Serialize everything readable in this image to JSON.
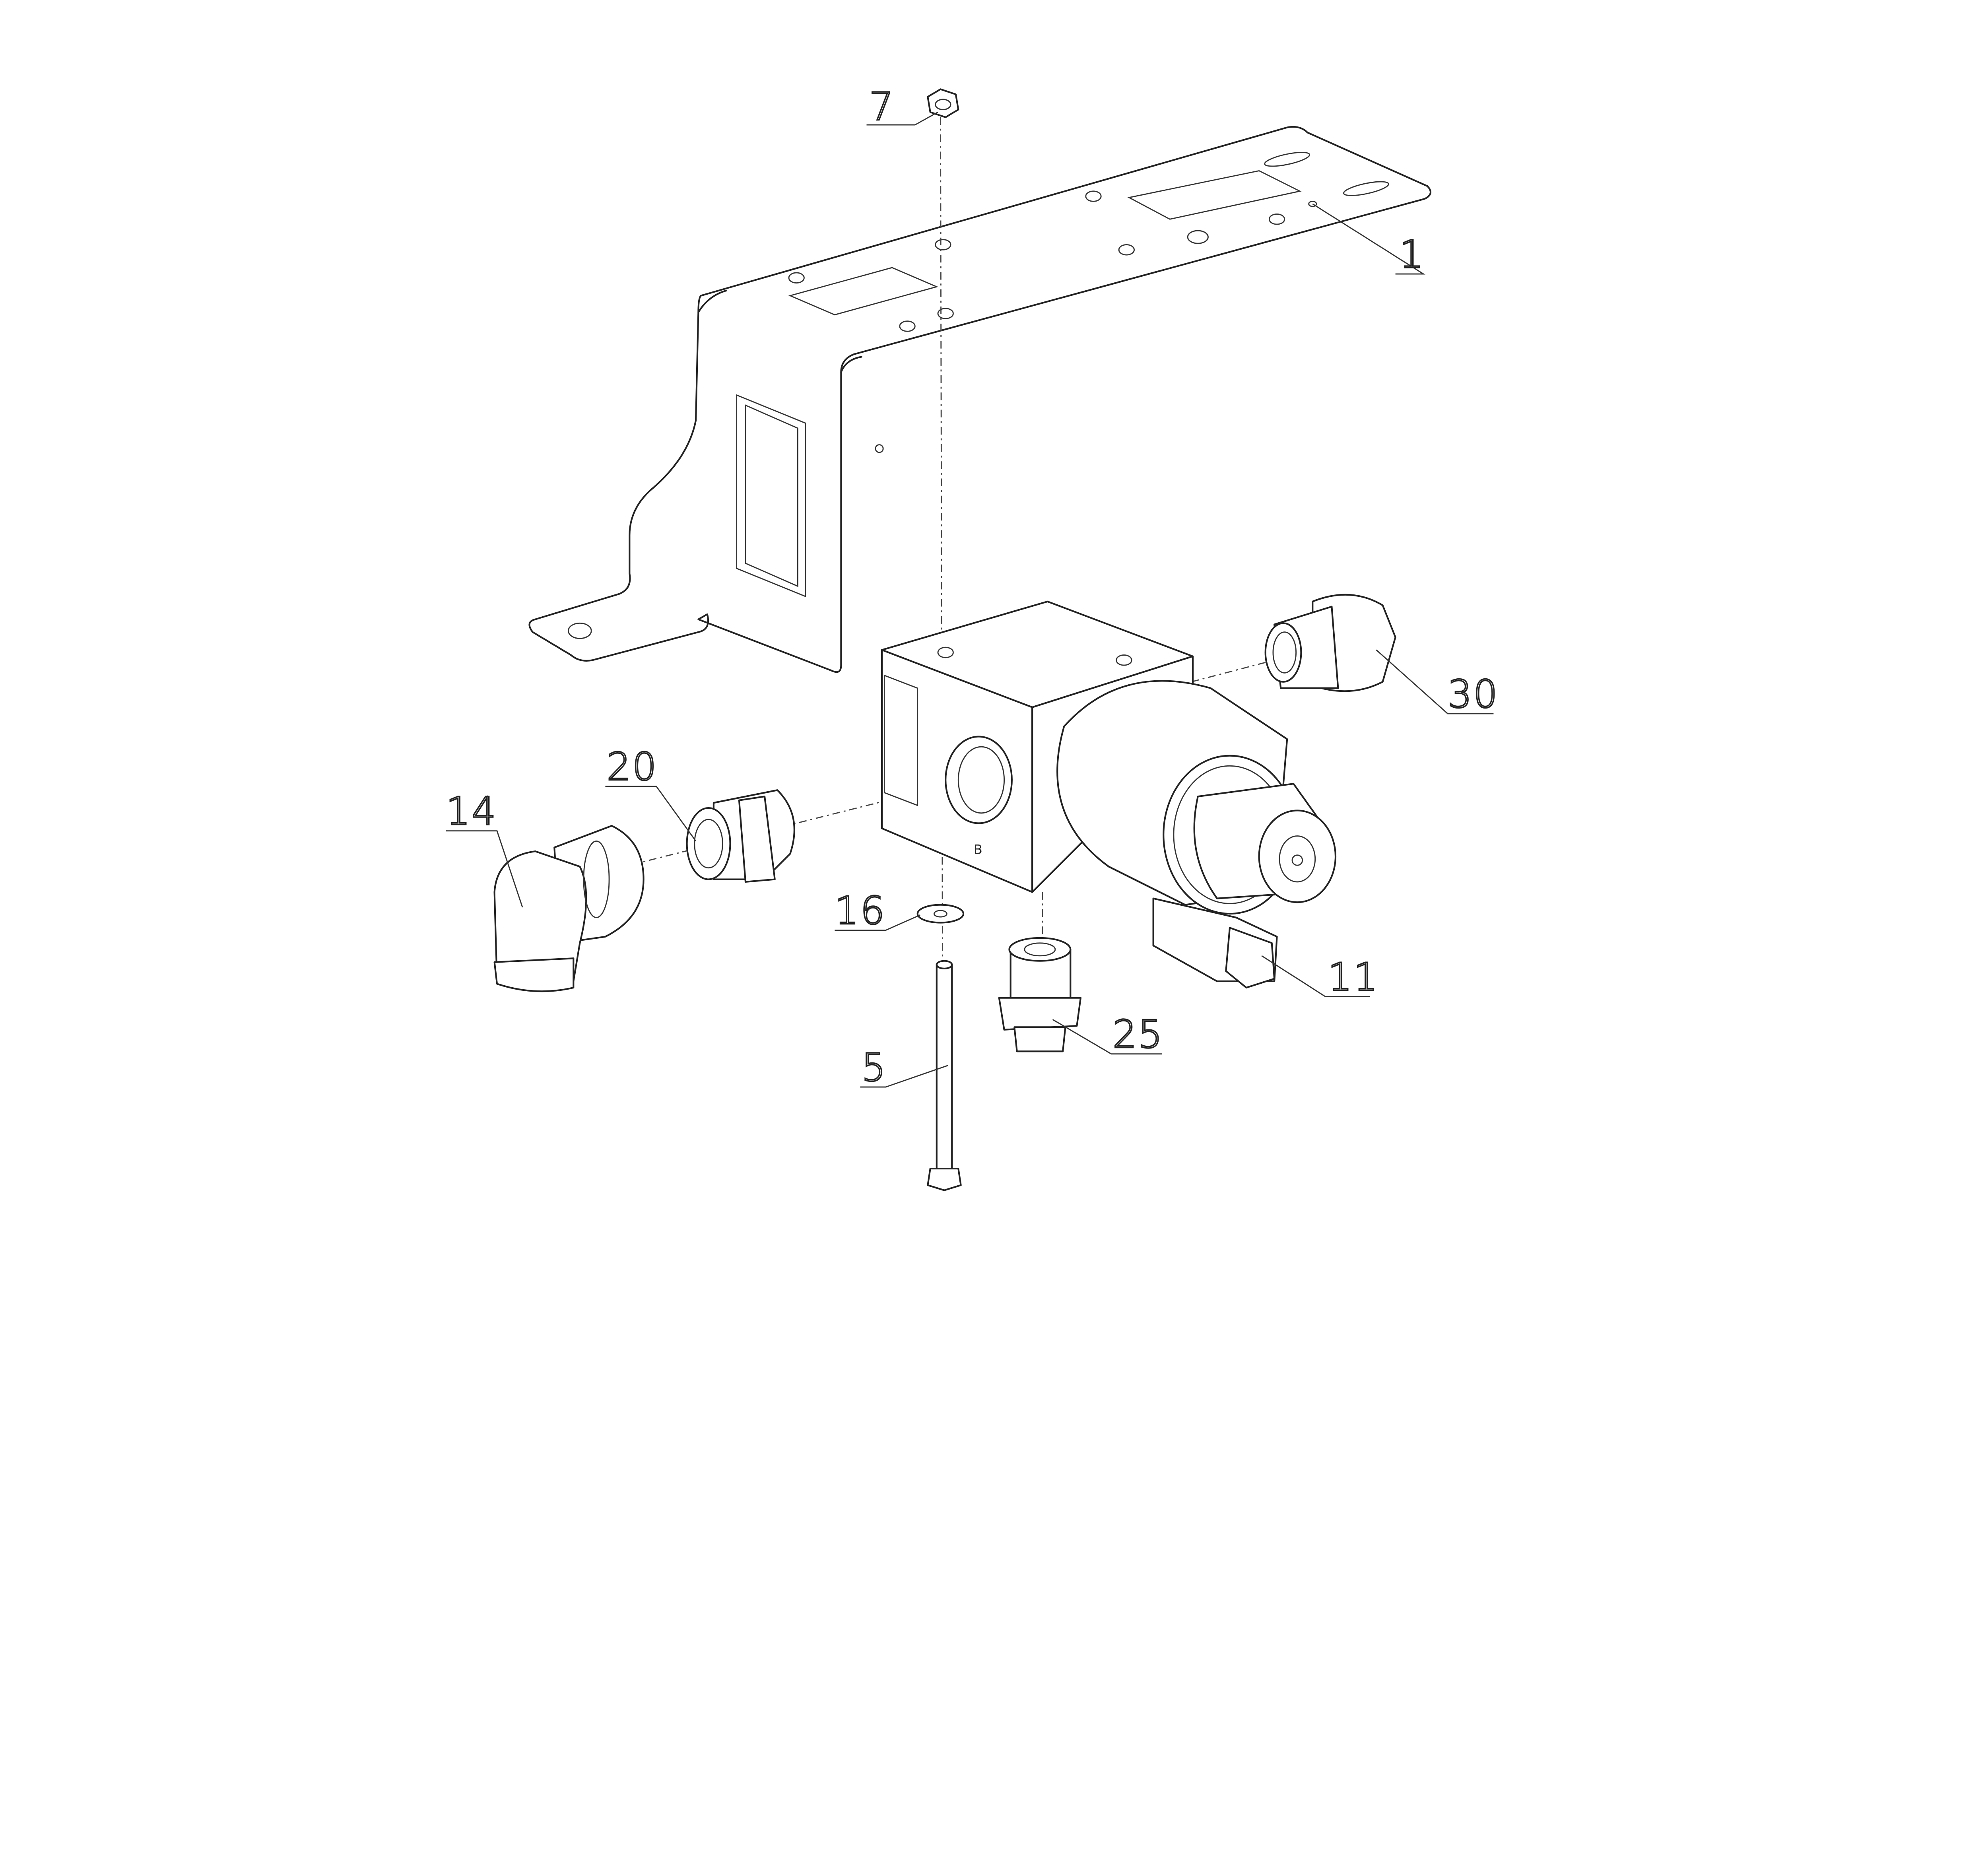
{
  "diagram": {
    "title": "Exploded assembly drawing: valve block on mounting bracket",
    "callouts": [
      {
        "id": "7",
        "label": "7",
        "part": "nut"
      },
      {
        "id": "1",
        "label": "1",
        "part": "mounting-bracket"
      },
      {
        "id": "30",
        "label": "30",
        "part": "fitting"
      },
      {
        "id": "20",
        "label": "20",
        "part": "fitting"
      },
      {
        "id": "14",
        "label": "14",
        "part": "elbow-fitting"
      },
      {
        "id": "16",
        "label": "16",
        "part": "washer"
      },
      {
        "id": "11",
        "label": "11",
        "part": "solenoid-valve"
      },
      {
        "id": "25",
        "label": "25",
        "part": "fitting"
      },
      {
        "id": "5",
        "label": "5",
        "part": "bolt"
      }
    ],
    "block_marking": "B"
  }
}
